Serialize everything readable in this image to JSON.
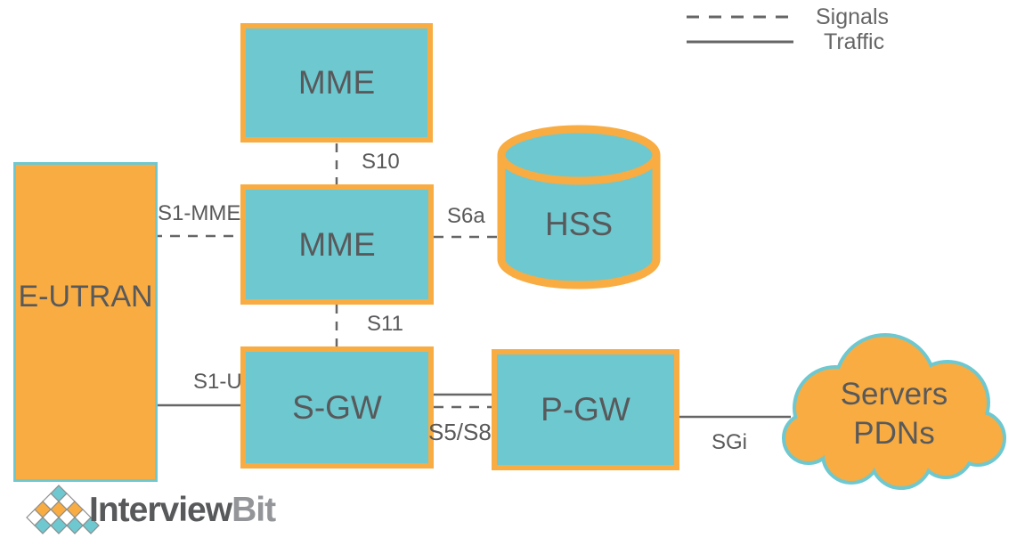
{
  "legend": {
    "signals_label": "Signals",
    "traffic_label": "Traffic",
    "signals_style": "dashed",
    "traffic_style": "solid"
  },
  "nodes": {
    "eutran": "E-UTRAN",
    "mme_top": "MME",
    "mme": "MME",
    "hss": "HSS",
    "sgw": "S-GW",
    "pgw": "P-GW",
    "pdn_line1": "Servers",
    "pdn_line2": "PDNs"
  },
  "shapes": {
    "hss": "database-cylinder-icon",
    "pdn": "cloud-icon",
    "logo": "diamond-pyramid-icon"
  },
  "interfaces": {
    "s1_mme": "S1-MME",
    "s10": "S10",
    "s6a": "S6a",
    "s11": "S11",
    "s1_u": "S1-U",
    "s5_s8": "S5/S8",
    "sgi": "SGi"
  },
  "colors": {
    "teal": "#6EC8D0",
    "orange": "#F8AC42",
    "line_gray": "#666666",
    "text_gray": "#58595B",
    "logo_dark": "#58595B",
    "logo_light": "#939598"
  },
  "branding": {
    "name_part1": "Interview",
    "name_part2": "Bit"
  }
}
